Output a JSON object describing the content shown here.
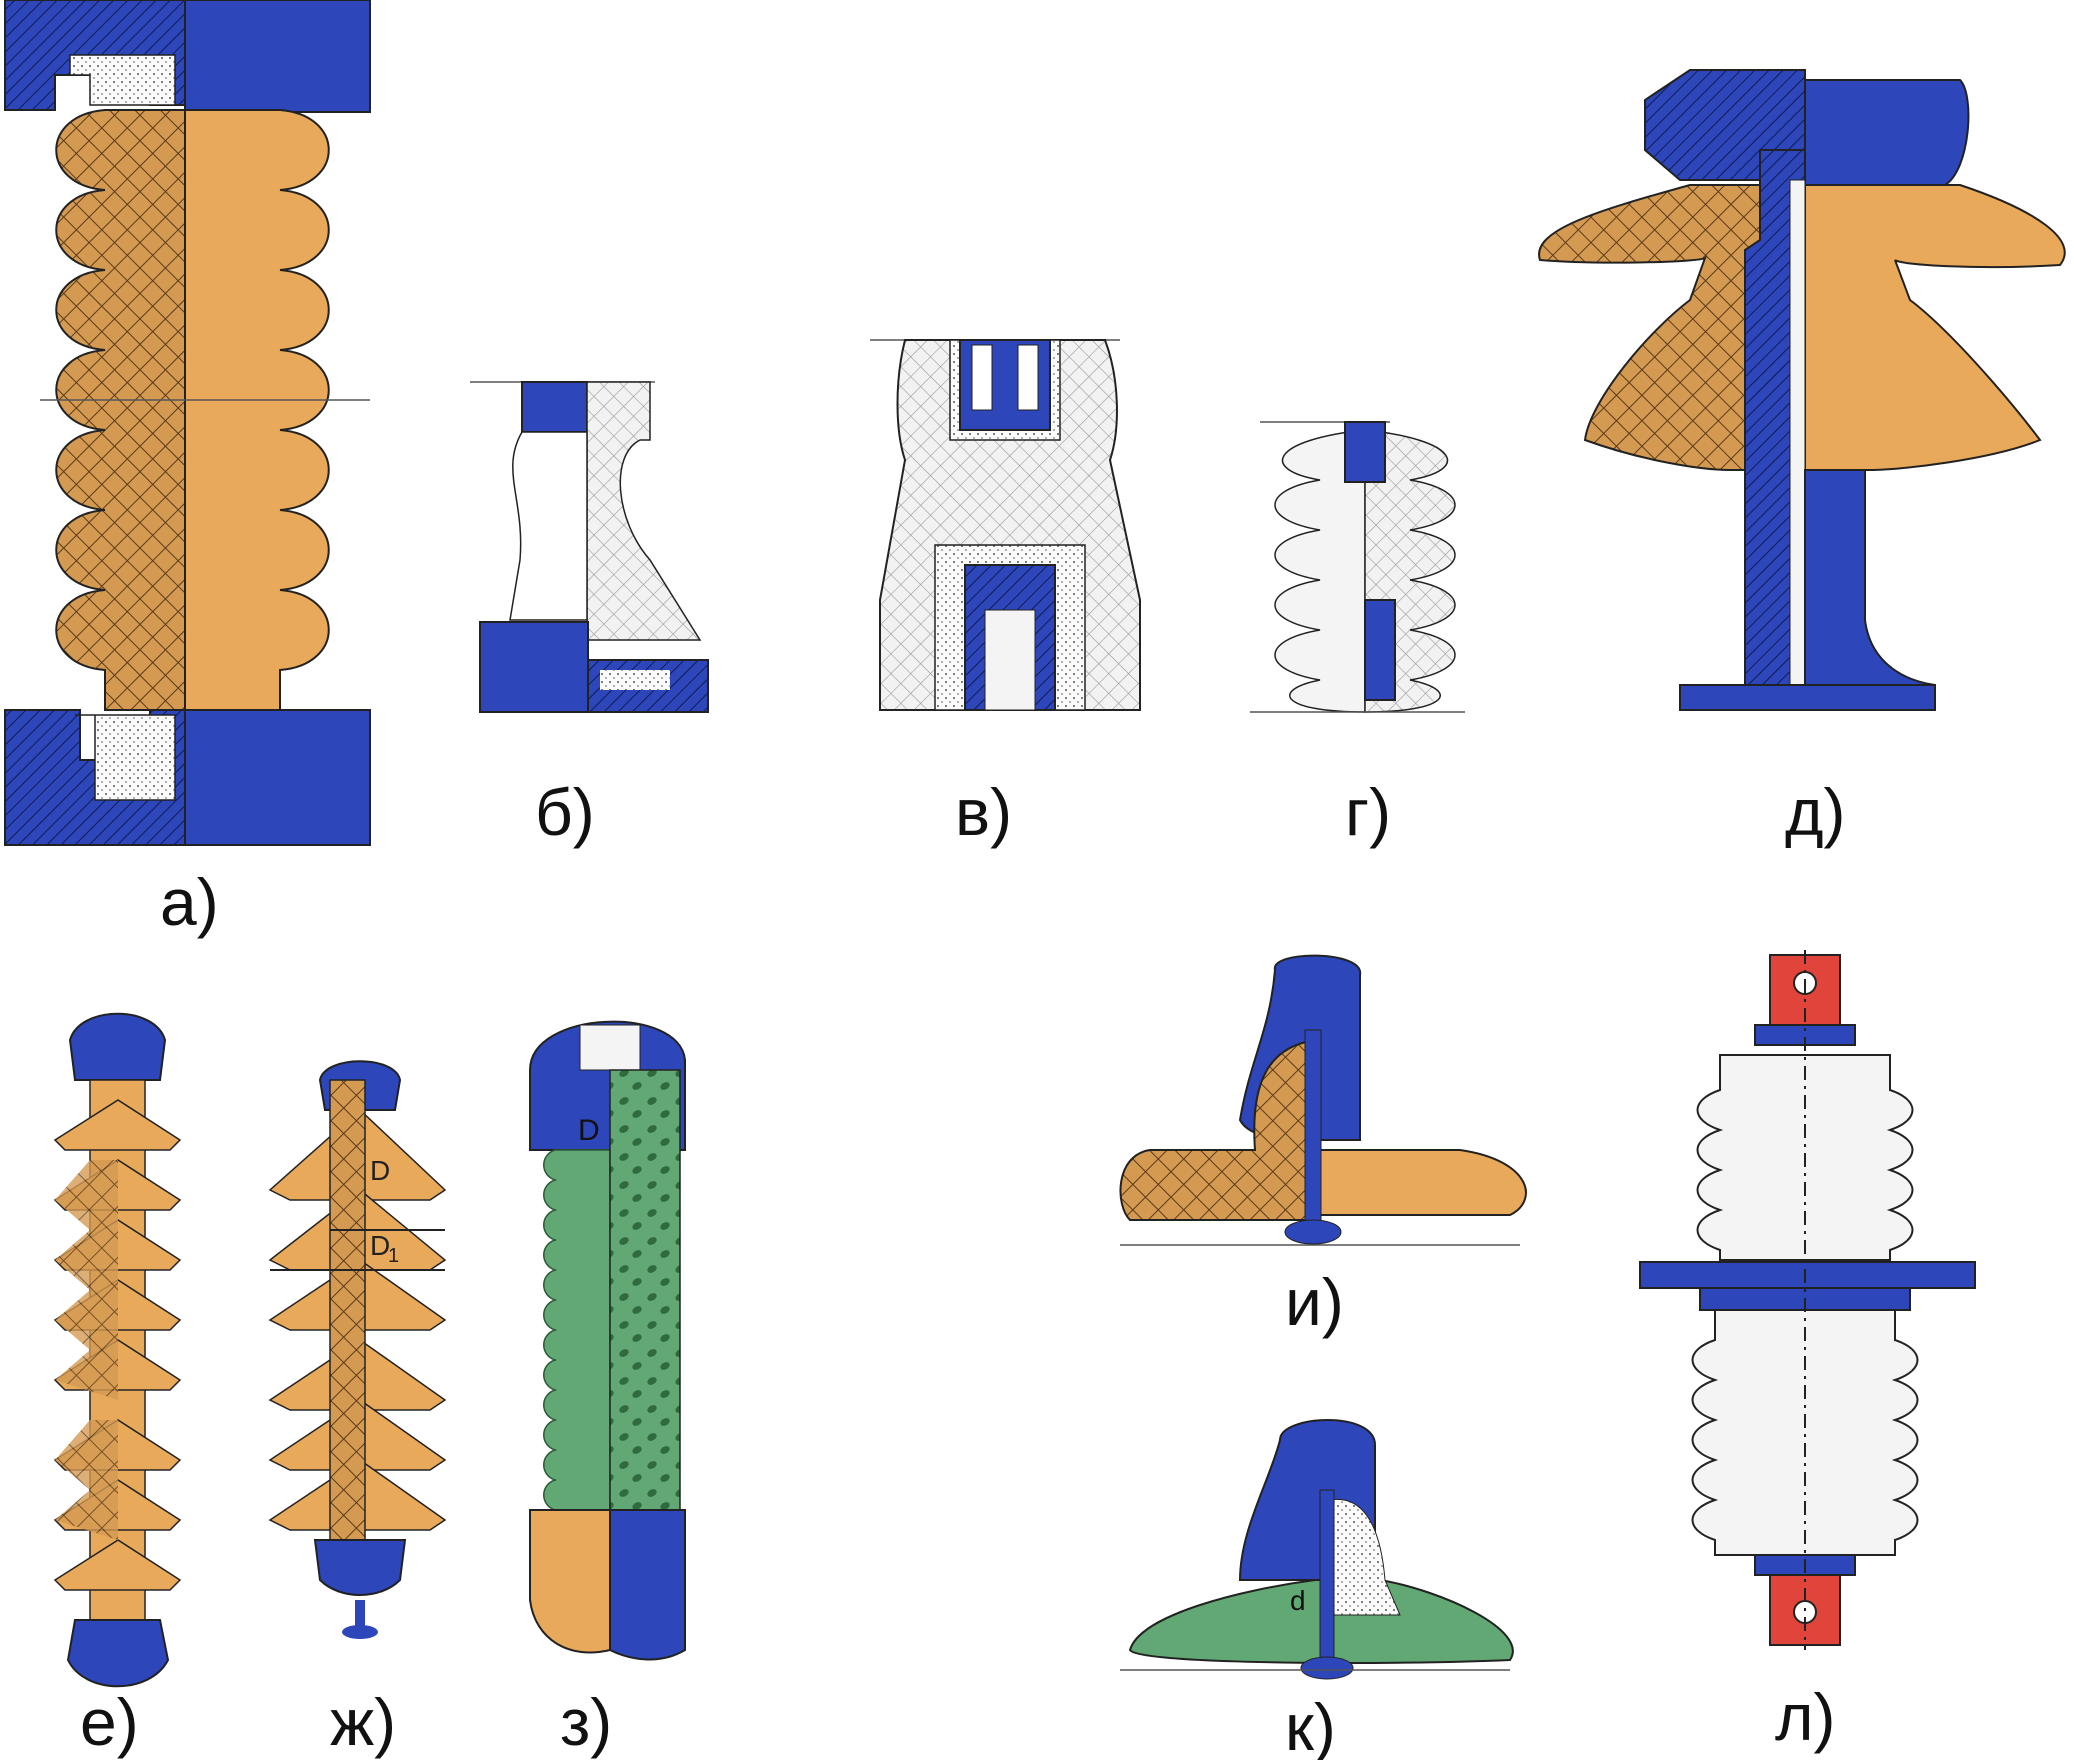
{
  "labels": {
    "a": "а)",
    "b": "б)",
    "v": "в)",
    "g": "г)",
    "d": "д)",
    "e": "е)",
    "zh": "ж)",
    "z": "з)",
    "i": "и)",
    "k": "к)",
    "l": "л)"
  },
  "dimension_marks": {
    "zh_D": "D",
    "zh_D1": "D",
    "zh_D1_sub": "1",
    "z_D": "D",
    "k_d": "d"
  },
  "colors": {
    "metal": "#2d46b9",
    "porcelain": "#e8a95a",
    "glass": "#f4f4f4",
    "polymer": "#62a874",
    "cement": "#fbfbfb",
    "clamp": "#e0443a",
    "outline": "#222222"
  }
}
